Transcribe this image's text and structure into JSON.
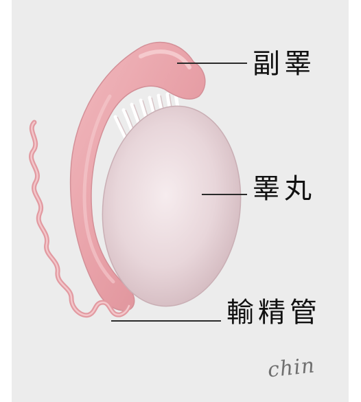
{
  "labels": {
    "epididymis": "副睪",
    "testis": "睪丸",
    "vas_deferens": "輸精管"
  },
  "signature": "chin",
  "colors": {
    "background": "#ececec",
    "epididymis": "#e9a4ab",
    "testis": "#e7d4d8",
    "duct": "#e6a2a8",
    "leader_line": "#2a2a2a"
  }
}
